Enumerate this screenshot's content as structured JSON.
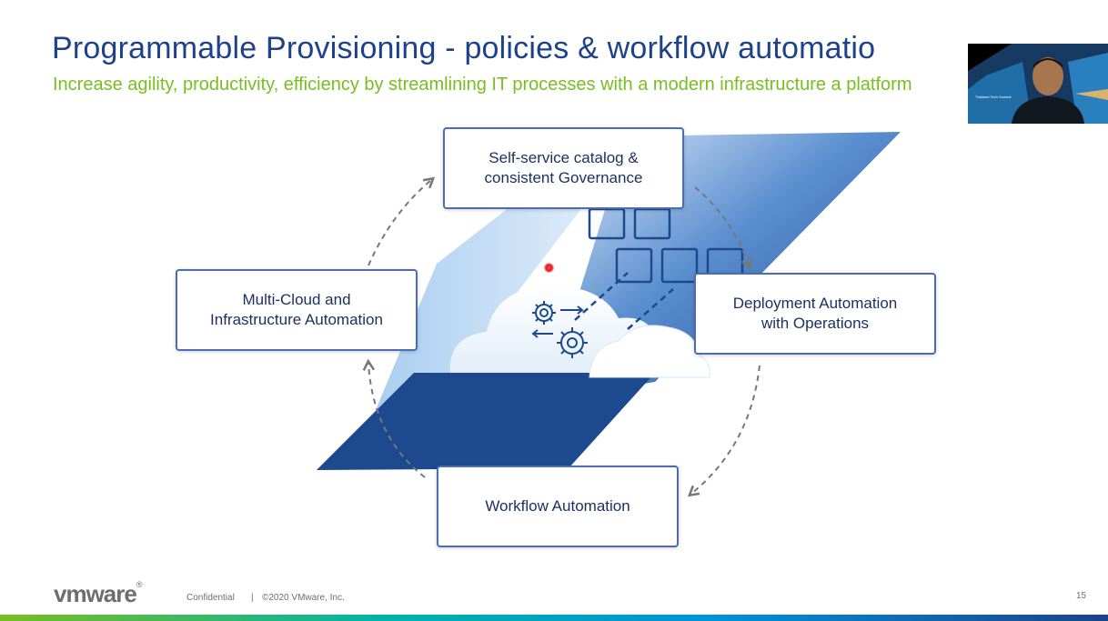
{
  "slide": {
    "title": "Programmable Provisioning - policies & workflow automatio",
    "subtitle": "Increase agility, productivity, efficiency by streamlining IT processes with a modern infrastructure a platform"
  },
  "diagram": {
    "nodes": {
      "top": [
        "Self-service catalog &",
        "consistent Governance"
      ],
      "left": [
        "Multi-Cloud and",
        "Infrastructure Automation"
      ],
      "right": [
        "Deployment Automation",
        "with Operations"
      ],
      "bottom": [
        "Workflow Automation"
      ]
    },
    "icons": [
      "cloud-icon",
      "gear-icon",
      "arrows-icon"
    ],
    "colors": {
      "dark_blue": "#1d4a8f",
      "mid_blue": "#2f63ad",
      "light_blue": "#cfe2f5",
      "box_border": "#4a6db0",
      "arrow": "#777777"
    }
  },
  "video": {
    "caption": "Thailand Tech Summit"
  },
  "footer": {
    "logo": "vmware",
    "confidential": "Confidential",
    "separator": "|",
    "copyright": "©2020 VMware, Inc.",
    "page_number": "15"
  },
  "brand_colors": {
    "title": "#1d428a",
    "subtitle": "#78be20"
  }
}
